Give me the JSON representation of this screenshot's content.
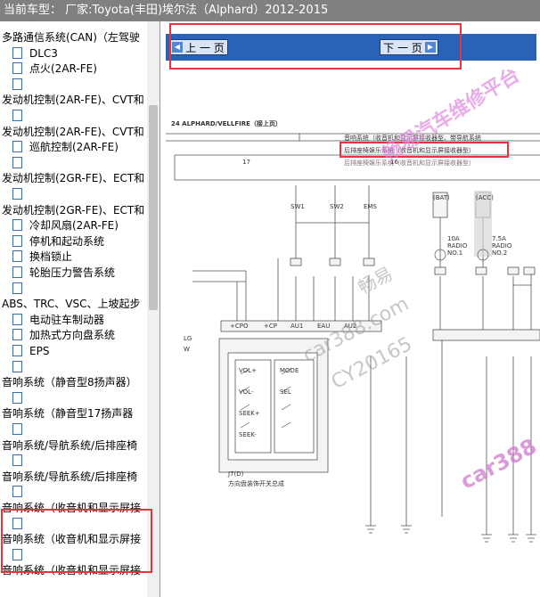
{
  "window": {
    "title": "当前车型： 厂家:Toyota(丰田)埃尔法（Alphard）2012-2015"
  },
  "sidebar": {
    "items": [
      {
        "label": "多路通信系统(CAN)（左驾驶",
        "level": 0
      },
      {
        "label": "DLC3",
        "level": 1
      },
      {
        "label": "点火(2AR-FE)",
        "level": 1
      },
      {
        "label": "",
        "level": 1
      },
      {
        "label": "发动机控制(2AR-FE)、CVT和",
        "level": 0
      },
      {
        "label": "",
        "level": 1
      },
      {
        "label": "发动机控制(2AR-FE)、CVT和",
        "level": 0
      },
      {
        "label": "巡航控制(2AR-FE)",
        "level": 1
      },
      {
        "label": "",
        "level": 1
      },
      {
        "label": "发动机控制(2GR-FE)、ECT和",
        "level": 0
      },
      {
        "label": "",
        "level": 1
      },
      {
        "label": "发动机控制(2GR-FE)、ECT和",
        "level": 0
      },
      {
        "label": "冷却风扇(2AR-FE)",
        "level": 1
      },
      {
        "label": "停机和起动系统",
        "level": 1
      },
      {
        "label": "换档锁止",
        "level": 1
      },
      {
        "label": "轮胎压力警告系统",
        "level": 1
      },
      {
        "label": "",
        "level": 1
      },
      {
        "label": "ABS、TRC、VSC、上坡起步",
        "level": 0
      },
      {
        "label": "电动驻车制动器",
        "level": 1
      },
      {
        "label": "加热式方向盘系统",
        "level": 1
      },
      {
        "label": "EPS",
        "level": 1
      },
      {
        "label": "",
        "level": 1
      },
      {
        "label": "音响系统（静音型8扬声器）",
        "level": 0
      },
      {
        "label": "",
        "level": 1
      },
      {
        "label": "音响系统（静音型17扬声器",
        "level": 0
      },
      {
        "label": "",
        "level": 1
      },
      {
        "label": "音响系统/导航系统/后排座椅",
        "level": 0
      },
      {
        "label": "",
        "level": 1
      },
      {
        "label": "音响系统/导航系统/后排座椅",
        "level": 0
      },
      {
        "label": "",
        "level": 1
      },
      {
        "label": "音响系统（收音机和显示屏接",
        "level": 0
      },
      {
        "label": "",
        "level": 1
      },
      {
        "label": "音响系统（收音机和显示屏接",
        "level": 0
      },
      {
        "label": "",
        "level": 1
      },
      {
        "label": "音响系统（收音机和显示屏接",
        "level": 0
      }
    ]
  },
  "viewer": {
    "prev_label": "上 一 页",
    "next_label": "下 一 页",
    "diagram": {
      "header_left": "24 ALPHARD/VELLFIRE（接上页）",
      "header_right_1": "音响系统（收音机和显示屏接收器型、带导航系统",
      "header_right_2": "后排座椅娱乐系统（收音机和显示屏接收器型）",
      "header_right_3": "后排座椅娱乐系统（收音机和显示屏接收器型）",
      "col_17": "17",
      "col_16": "16",
      "connector_labels": [
        "SW1",
        "SW2",
        "EMS",
        "LG",
        "W"
      ],
      "fuse_labels": [
        "(BAT)",
        "(ACC)",
        "10A RADIO NO.1",
        "7.5A RADIO NO.2"
      ],
      "switch_labels": [
        "VOL+",
        "VOL-",
        "SEEK+",
        "SEEK-",
        "MODE",
        "SEL"
      ],
      "component_label": "方向盘装饰开关总成",
      "pin_labels": [
        "+CPO",
        "+CP",
        "AU1",
        "EAU",
        "AU2"
      ],
      "part_code": "J7(D)"
    },
    "watermarks": [
      "畅易汽车维修平台",
      "car388.com",
      "CY20165",
      "畅易",
      "car388"
    ]
  }
}
